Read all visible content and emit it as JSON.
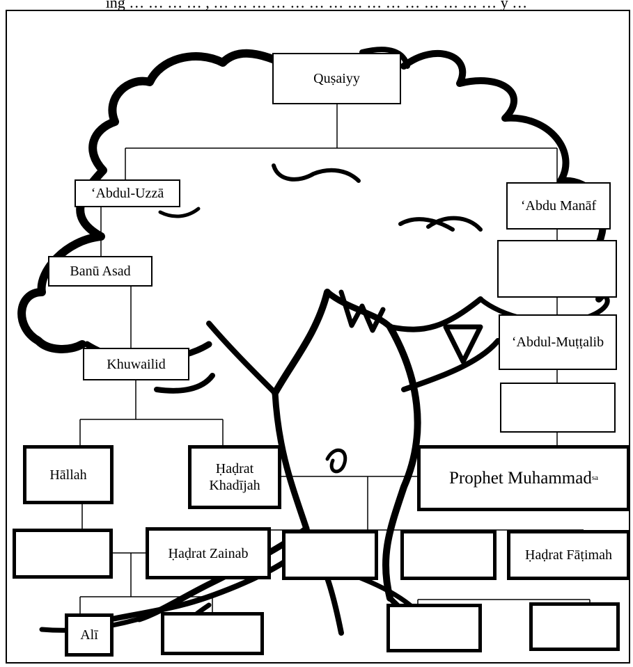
{
  "caption": "ing … … … … , … … … … … … … … … … … … … … … y …",
  "tree": {
    "root": "Quṣaiyy",
    "abdul_uzza": "‘Abdul-Uzzā",
    "banu_asad": "Banū Asad",
    "khuwailid": "Khuwailid",
    "hallah": "Hāllah",
    "khadijah_line1": "Ḥaḍrat",
    "khadijah_line2": "Khadījah",
    "abdu_manaf": "‘Abdu Manāf",
    "abdul_muttalib": "‘Abdul-Muṭṭalib",
    "prophet": "Prophet Muhammad",
    "prophet_sup": "sa",
    "zainab": "Ḥaḍrat  Zainab",
    "fatimah": "Ḥaḍrat Fāṭimah",
    "ali": "Alī",
    "blank_boxes": 8
  }
}
